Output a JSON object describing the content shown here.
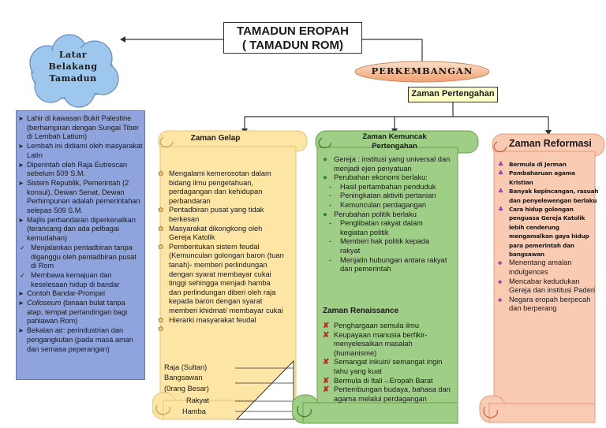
{
  "title": {
    "line1": "TAMADUN EROPAH",
    "line2": "( TAMADUN ROM)"
  },
  "cloud": {
    "lines": [
      "Latar",
      "Belakang",
      "Tamadun"
    ]
  },
  "perkembangan": "PERKEMBANGAN",
  "zaman_pertengahan": "Zaman Pertengahan",
  "colors": {
    "left_panel": "#8fa3dc",
    "gelap": "#fde5a6",
    "kemuncak": "#9fcf86",
    "reformasi": "#f9cbb3"
  },
  "latar": {
    "items": [
      {
        "bullet": "➤",
        "sub": false,
        "text": "Lahir di kawasan Bukit Palestine (berhampiran dengan Sungai Tiber di Lembah Latium)"
      },
      {
        "bullet": "➤",
        "sub": false,
        "text": "Lembah ini didiami oleh masyarakat Latin"
      },
      {
        "bullet": "➤",
        "sub": false,
        "text": "Diperintah oleh Raja Eutrescan sebelum 509 S.M."
      },
      {
        "bullet": "➤",
        "sub": false,
        "text": "Sistem Republik, Pemerintah (2 konsul), Dewan Senat, Dewan Perhimpunan adalah pemerintahan selepas 509 S.M."
      },
      {
        "bullet": "➤",
        "sub": false,
        "text": "Majlis perbandaran diperkenalkan (terancang dan ada pelbagai kemudahan)"
      },
      {
        "bullet": "✓",
        "sub": true,
        "text": "Menjalankan pentadbiran tanpa diganggu oleh pentadbiran pusat di Rom"
      },
      {
        "bullet": "✓",
        "sub": true,
        "text": "Membawa kemajuan dan keselesaan hidup di bandar"
      },
      {
        "bullet": "➤",
        "sub": false,
        "text": "Contoh Bandar-Prompei"
      },
      {
        "bullet": "➤",
        "sub": false,
        "italic": "Colloseum",
        "text": " (binaan bulat tanpa atap, tempat pertandingan bagi pahlawan Rom)"
      },
      {
        "bullet": "➤",
        "sub": false,
        "text": "Bekalan air: perindustrian dan pengangkutan (pada masa aman dan semasa peperangan)"
      }
    ]
  },
  "gelap": {
    "title": "Zaman Gelap",
    "items": [
      "Mengalami kemerosotan dalam bidang ilmu pengetahuan, perdagangan dan kehidupan  perbandaran",
      "Pentadbiran pusat yang tidak berkesan",
      "Masyarakat dikongkong oleh Gereja Katolik",
      "Pembentukan sistem feudal (Kemunculan golongan baron (tuan tanah)- memberi perlindungan dengan syarat membayar cukai tinggi sehingga menjadi hamba dan perlindungan diberi oleh raja kepada baron dengan syarat memberi khidmat/ membayar cukai",
      "Hierarki masyarakat feudal"
    ],
    "hierarchy": [
      "Raja (Sultan)",
      "Bangsawan",
      "(0rang Besar)",
      "Rakyat",
      "Hamba"
    ]
  },
  "kemuncak": {
    "title_line1": "Zaman Kemuncak",
    "title_line2": "Pertengahan",
    "blocks": [
      {
        "text": "Gereja : institusi yang universal dan menjadi ejen penyatuan",
        "subs": []
      },
      {
        "text": "Perubahan ekonomi berlaku:",
        "subs": [
          "Hasil pertambahan penduduk",
          "Peningkatan aktiviti pertanian",
          "Kemunculan perdagangan"
        ]
      },
      {
        "text": "Perubahan politik berlaku",
        "subs": [
          "Penglibatan rakyat dalam kegiatan politik",
          "Memberi hak politik kepada rakyat",
          "Menjalin hubungan antara rakyat dan pemerintah"
        ]
      }
    ],
    "renaissance_title": "Zaman Renaissance",
    "renaissance": [
      "Penghargaan semula ilmu",
      "Keupayaan manusia berfikir-menyelesaikan masalah (humanisme)",
      "Semangat inkuiri/ semangat ingin tahu yang kuat",
      "Bermula di Itali→Eropah Barat",
      "Pertembungan budaya, bahasa dan agama melalui perdagangan"
    ]
  },
  "reformasi": {
    "title": "Zaman Reformasi",
    "items_small": [
      "Bermula di Jerman",
      "Pembaharuan agama Kristian",
      "Banyak kepincangan, rasuah dan penyelewengan berlaku",
      "Cara hidup golongan penguasa Gereja Katolik lebih cenderung mengamalkan gaya hidup para pemerintah dan bangsawan"
    ],
    "items": [
      "Menentang amalan indulgences",
      "Mencabar kedudukan Gereja dan institusi Paderi",
      "Negara eropah berpecah dan berperang"
    ]
  }
}
